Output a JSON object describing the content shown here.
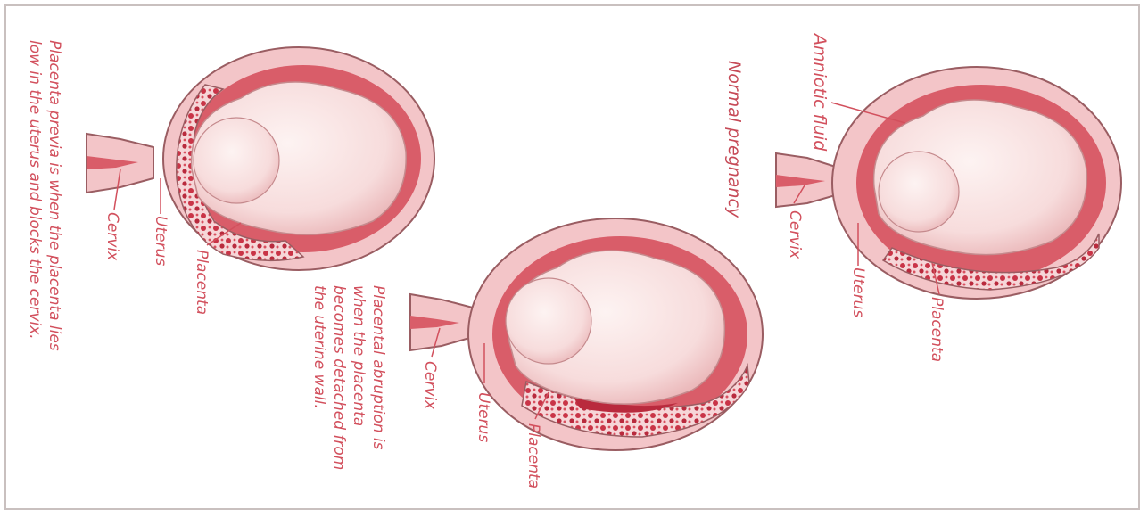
{
  "colors": {
    "accent": "#d2505d",
    "uterus_wall": "#f3c5c8",
    "uterus_outline": "#9a5d62",
    "amniotic": "#d95d69",
    "placenta": "#c93447",
    "fetus": "#f9e4e3"
  },
  "normal": {
    "title": "Normal pregnancy",
    "amniotic_fluid": "Amniotic fluid",
    "cervix": "Cervix",
    "uterus": "Uterus",
    "placenta": "Placenta"
  },
  "abruption": {
    "caption": "Placental abruption is\nwhen the placenta\nbecomes detached from\nthe uterine wall.",
    "cervix": "Cervix",
    "uterus": "Uterus",
    "placenta": "Placenta"
  },
  "previa": {
    "caption": "Placenta previa is when the placenta lies\nlow in the uterus and blocks the cervix.",
    "cervix": "Cervix",
    "uterus": "Uterus",
    "placenta": "Placenta"
  }
}
